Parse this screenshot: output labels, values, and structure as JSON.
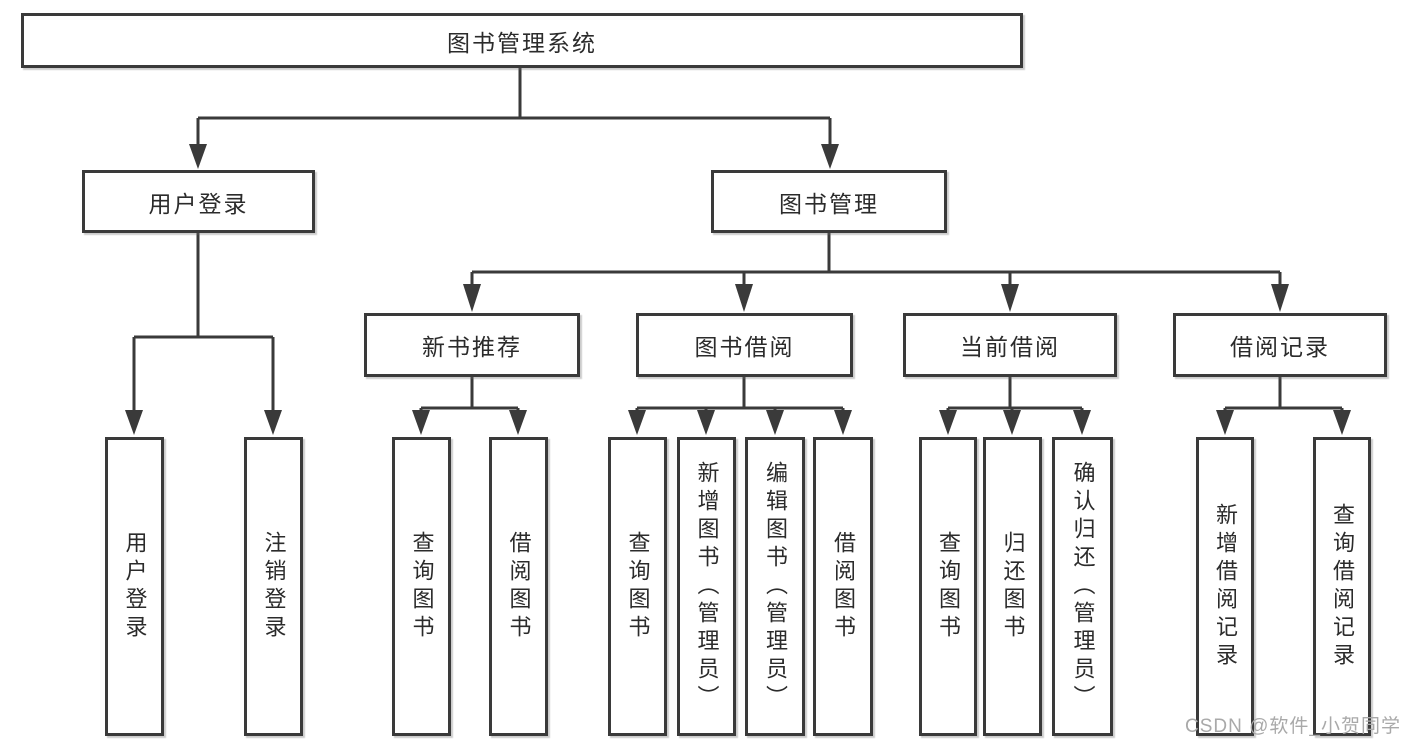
{
  "nodes": {
    "root": {
      "label": "图书管理系统"
    },
    "user_login": {
      "label": "用户登录"
    },
    "book_mgmt": {
      "label": "图书管理"
    },
    "new_books": {
      "label": "新书推荐"
    },
    "book_borrow": {
      "label": "图书借阅"
    },
    "current_borrow": {
      "label": "当前借阅"
    },
    "borrow_records": {
      "label": "借阅记录"
    },
    "leaf_user_login": {
      "label": "用户登录"
    },
    "leaf_logout": {
      "label": "注销登录"
    },
    "leaf_nb_query": {
      "label": "查询图书"
    },
    "leaf_nb_borrow": {
      "label": "借阅图书"
    },
    "leaf_bb_query": {
      "label": "查询图书"
    },
    "leaf_bb_add": {
      "label": "新增图书（管理员）"
    },
    "leaf_bb_edit": {
      "label": "编辑图书（管理员）"
    },
    "leaf_bb_borrow": {
      "label": "借阅图书"
    },
    "leaf_cb_query": {
      "label": "查询图书"
    },
    "leaf_cb_return": {
      "label": "归还图书"
    },
    "leaf_cb_confirm": {
      "label": "确认归还（管理员）"
    },
    "leaf_br_add": {
      "label": "新增借阅记录"
    },
    "leaf_br_query": {
      "label": "查询借阅记录"
    }
  },
  "watermark": {
    "text": "CSDN @软件_小贺同学"
  },
  "colors": {
    "line": "#3a3a3a",
    "text": "#2b2b2b",
    "watermark": "#a9a9a9",
    "background": "#ffffff"
  }
}
